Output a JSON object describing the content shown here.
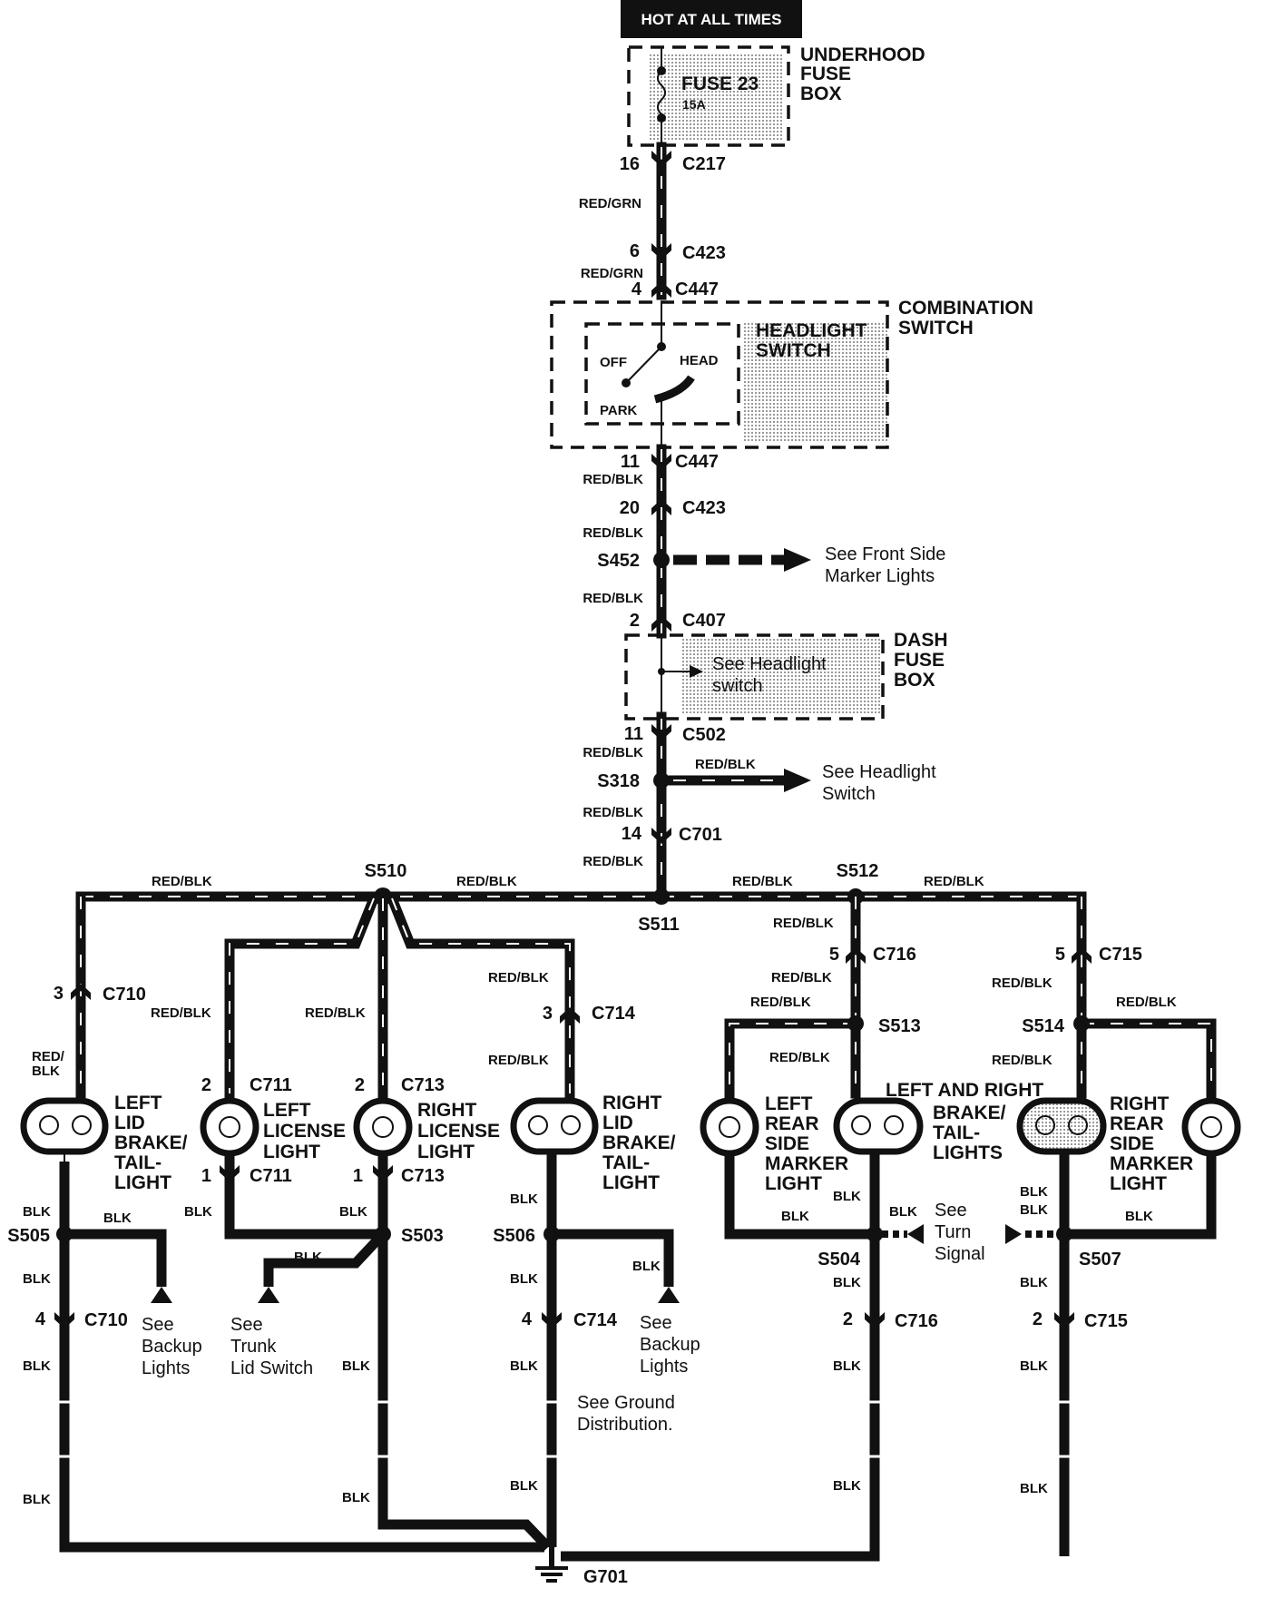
{
  "title": "HOT AT ALL TIMES",
  "components": {
    "underhood_fuse_box": [
      "UNDERHOOD",
      "FUSE",
      "BOX"
    ],
    "fuse": {
      "name": "FUSE 23",
      "rating": "15A"
    },
    "combination_switch": [
      "COMBINATION",
      "SWITCH"
    ],
    "headlight_switch": [
      "HEADLIGHT",
      "SWITCH"
    ],
    "switch_positions": {
      "off": "OFF",
      "head": "HEAD",
      "park": "PARK"
    },
    "dash_fuse_box": [
      "DASH",
      "FUSE",
      "BOX"
    ],
    "dash_note": [
      "See Headlight",
      "switch"
    ],
    "ground": "G701"
  },
  "connectors": {
    "c217": {
      "pin": "16",
      "name": "C217"
    },
    "c423_top": {
      "pin": "6",
      "name": "C423"
    },
    "c447_top": {
      "pin": "4",
      "name": "C447"
    },
    "c447_bot": {
      "pin": "11",
      "name": "C447"
    },
    "c423_bot": {
      "pin": "20",
      "name": "C423"
    },
    "c407": {
      "pin": "2",
      "name": "C407"
    },
    "c502": {
      "pin": "11",
      "name": "C502"
    },
    "c701": {
      "pin": "14",
      "name": "C701"
    },
    "c710_top": {
      "pin": "3",
      "name": "C710"
    },
    "c710_bot": {
      "pin": "4",
      "name": "C710"
    },
    "c711_top": {
      "pin": "2",
      "name": "C711"
    },
    "c711_bot": {
      "pin": "1",
      "name": "C711"
    },
    "c713_top": {
      "pin": "2",
      "name": "C713"
    },
    "c713_bot": {
      "pin": "1",
      "name": "C713"
    },
    "c714_top": {
      "pin": "3",
      "name": "C714"
    },
    "c714_bot": {
      "pin": "4",
      "name": "C714"
    },
    "c716_top": {
      "pin": "5",
      "name": "C716"
    },
    "c716_bot": {
      "pin": "2",
      "name": "C716"
    },
    "c715_top": {
      "pin": "5",
      "name": "C715"
    },
    "c715_bot": {
      "pin": "2",
      "name": "C715"
    }
  },
  "splices": {
    "s452": "S452",
    "s318": "S318",
    "s510": "S510",
    "s511": "S511",
    "s512": "S512",
    "s513": "S513",
    "s514": "S514",
    "s505": "S505",
    "s503": "S503",
    "s506": "S506",
    "s504": "S504",
    "s507": "S507"
  },
  "wire_colors": {
    "red_grn": "RED/GRN",
    "red_blk": "RED/BLK",
    "red_blk_split": [
      "RED/",
      "BLK"
    ],
    "blk": "BLK"
  },
  "notes": {
    "front_side": [
      "See Front Side",
      "Marker Lights"
    ],
    "headlight_sw": [
      "See  Headlight",
      "Switch"
    ],
    "backup_left": [
      "See",
      "Backup",
      "Lights"
    ],
    "trunk": [
      "See",
      "Trunk",
      "Lid Switch"
    ],
    "backup_right": [
      "See",
      "Backup",
      "Lights"
    ],
    "ground_dist": [
      "See Ground",
      "Distribution."
    ],
    "turn": [
      "See",
      "Turn",
      "Signal"
    ]
  },
  "lights": {
    "left_lid": [
      "LEFT",
      "LID",
      "BRAKE/",
      "TAIL-",
      "LIGHT"
    ],
    "left_license": [
      "LEFT",
      "LICENSE",
      "LIGHT"
    ],
    "right_license": [
      "RIGHT",
      "LICENSE",
      "LIGHT"
    ],
    "right_lid": [
      "RIGHT",
      "LID",
      "BRAKE/",
      "TAIL-",
      "LIGHT"
    ],
    "left_rear_side": [
      "LEFT",
      "REAR",
      "SIDE",
      "MARKER",
      "LIGHT"
    ],
    "brake_tail": [
      "LEFT AND  RIGHT",
      "BRAKE/",
      "TAIL-",
      "LIGHTS"
    ],
    "right_rear_side": [
      "RIGHT",
      "REAR",
      "SIDE",
      "MARKER",
      "LIGHT"
    ]
  }
}
